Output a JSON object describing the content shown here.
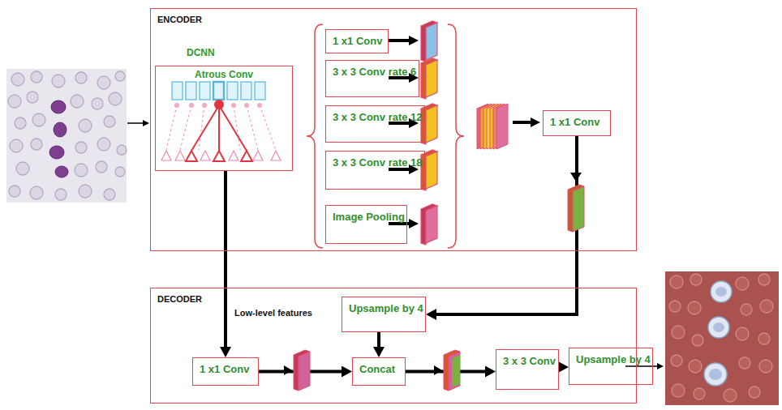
{
  "diagram": {
    "nodes": [
      {
        "text": [
          "ENCODER"
        ]
      },
      {
        "text": [
          "DCNN",
          "Atrous Conv"
        ],
        "in": 0
      },
      {
        "text": [
          "1 x1 Conv"
        ],
        "in": 0
      },
      {
        "text": [
          "3 x 3 Conv rate 6"
        ],
        "in": 0
      },
      {
        "text": [
          "3 x 3 Conv rate 12"
        ],
        "in": 0
      },
      {
        "text": [
          "3 x 3 Conv rate 18"
        ],
        "in": 0
      },
      {
        "text": [
          "Image Pooling"
        ],
        "in": 0
      },
      {
        "text": [
          "1 x1 Conv"
        ],
        "in": 0
      },
      {
        "text": [
          "DECODER"
        ]
      },
      {
        "text": [
          "Upsample by 4"
        ],
        "in": 8
      },
      {
        "text": [
          "1 x1 Conv"
        ],
        "in": 8
      },
      {
        "text": [
          "Concat"
        ],
        "in": 8
      },
      {
        "text": [
          "3 x 3 Conv"
        ],
        "in": 8
      },
      {
        "text": [
          "Upsample by 4"
        ],
        "in": 8
      }
    ],
    "edges": [
      {
        "from": 1,
        "to": 10,
        "arrow": "to"
      },
      {
        "from": 7,
        "to": 9,
        "arrow": "to"
      },
      {
        "from": 9,
        "to": 11,
        "arrow": "to"
      },
      {
        "from": 10,
        "to": 11,
        "arrow": "to"
      },
      {
        "from": 11,
        "to": 12,
        "arrow": "to"
      },
      {
        "from": 12,
        "to": 13,
        "arrow": "to"
      }
    ],
    "labels": [
      "Low-level features"
    ]
  }
}
